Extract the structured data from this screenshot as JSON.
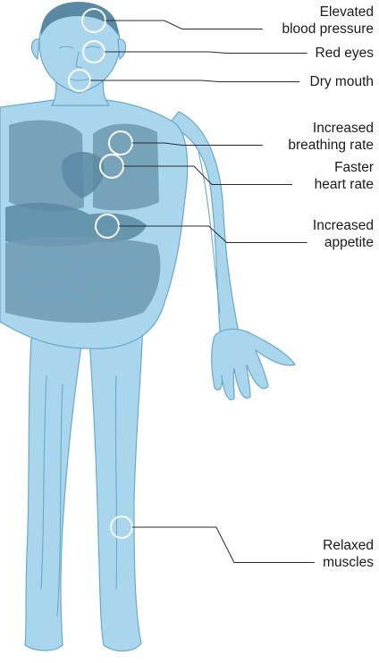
{
  "colors": {
    "skin": "#a9d6ec",
    "skin_edge": "#6aa9c9",
    "organ": "#6e9ab1",
    "organ_dark": "#5a8aa3",
    "marker": "#ffffff",
    "leader": "#2a2a2a",
    "text": "#1a1a1a"
  },
  "annotations": [
    {
      "id": "blood-pressure",
      "lines": [
        "Elevated",
        "blood pressure"
      ]
    },
    {
      "id": "red-eyes",
      "lines": [
        "Red eyes"
      ]
    },
    {
      "id": "dry-mouth",
      "lines": [
        "Dry mouth"
      ]
    },
    {
      "id": "breathing-rate",
      "lines": [
        "Increased",
        "breathing rate"
      ]
    },
    {
      "id": "heart-rate",
      "lines": [
        "Faster",
        "heart rate"
      ]
    },
    {
      "id": "appetite",
      "lines": [
        "Increased",
        "appetite"
      ]
    },
    {
      "id": "muscles",
      "lines": [
        "Relaxed",
        "muscles"
      ]
    }
  ]
}
